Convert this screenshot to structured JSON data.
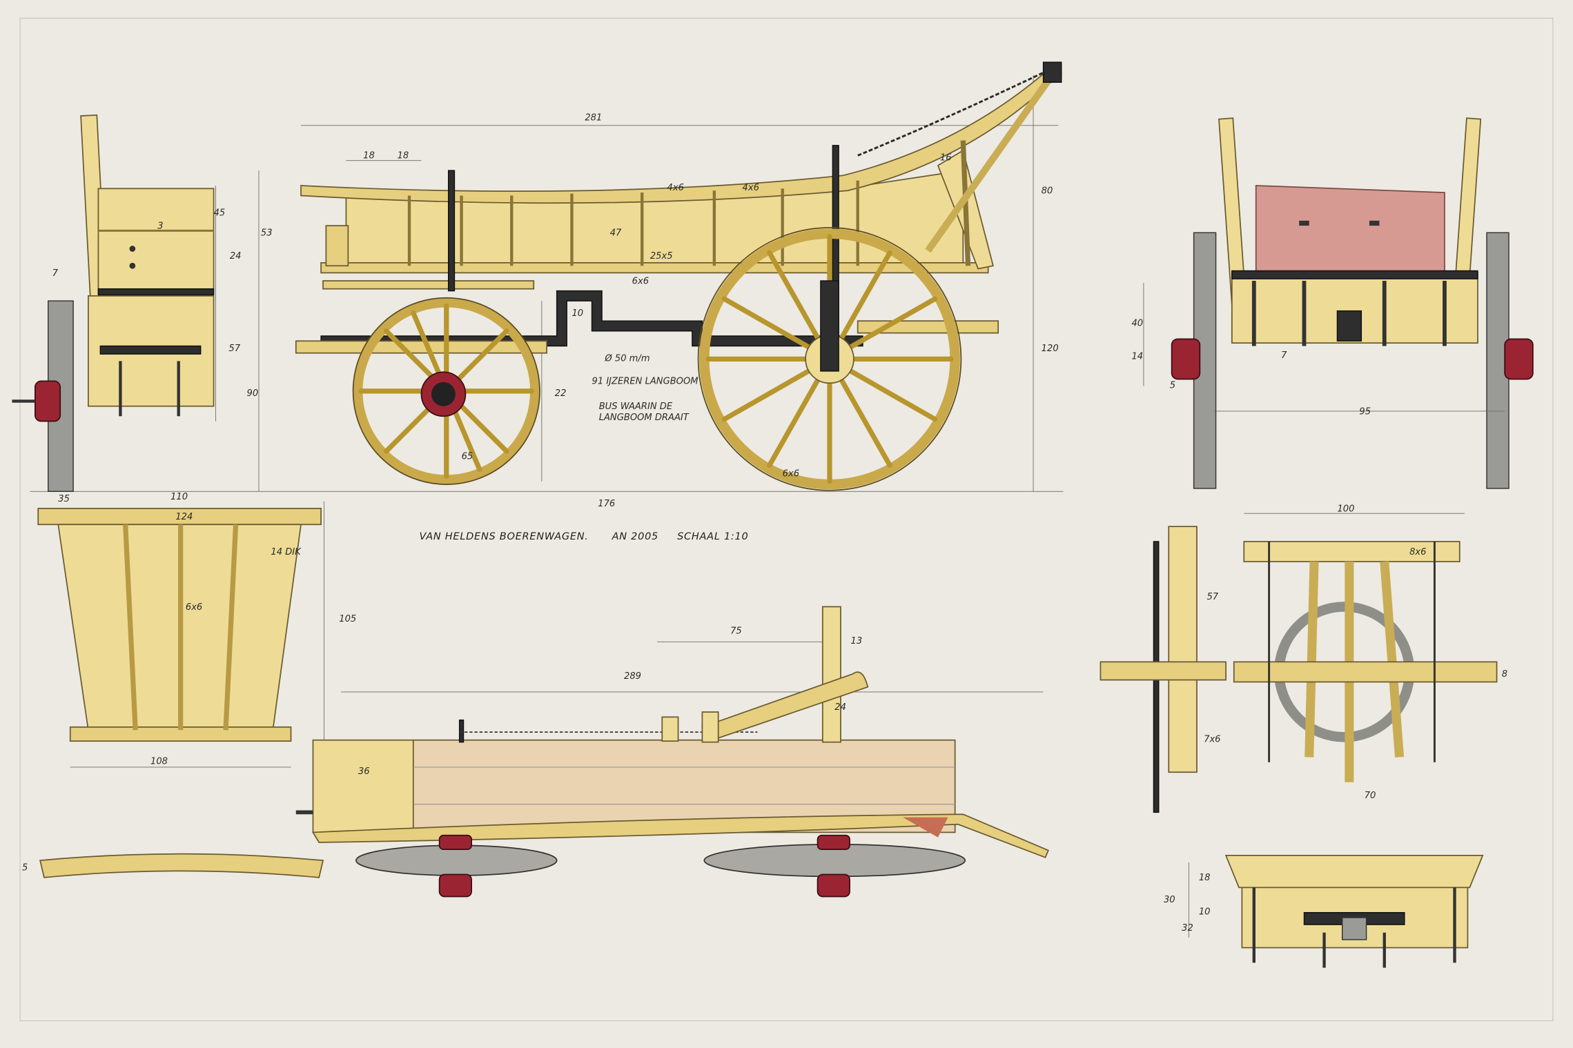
{
  "title": {
    "name": "VAN HELDENS BOERENWAGEN.",
    "year": "AN 2005",
    "scale": "SCHAAL 1:10"
  },
  "notes": {
    "diameter": "Ø 50 m/m",
    "langboom": "91 IJZEREN LANGBOOM",
    "bus_line1": "BUS WAARIN DE",
    "bus_line2": "LANGBOOM DRAAIT"
  },
  "dimensions": {
    "side_length": "281",
    "side_18a": "18",
    "side_18b": "18",
    "side_47": "47",
    "side_25x5": "25x5",
    "side_6x6": "6x6",
    "side_4x6a": "4x6",
    "side_4x6b": "4x6",
    "side_16": "16",
    "side_80": "80",
    "side_120": "120",
    "side_10": "10",
    "side_22": "22",
    "side_176": "176",
    "side_6x6b": "6x6",
    "side_65": "65",
    "front_53": "53",
    "front_45": "45",
    "front_24": "24",
    "front_3": "3",
    "front_57": "57",
    "front_90": "90",
    "front_7": "7",
    "front_35": "35",
    "floor_110": "110",
    "floor_124": "124",
    "floor_14dik": "14 DIK",
    "floor_6x6": "6x6",
    "floor_105": "105",
    "floor_108": "108",
    "floor_5": "5",
    "plan_289": "289",
    "plan_75": "75",
    "plan_13": "13",
    "plan_36": "36",
    "plan_24": "24",
    "rear_40": "40",
    "rear_14": "14",
    "rear_5": "5",
    "rear_95": "95",
    "rear_7": "7",
    "det_100": "100",
    "det_8x6": "8x6",
    "det_57": "57",
    "det_8": "8",
    "det_70": "70",
    "det_7x6": "7x6",
    "det_18": "18",
    "det_10": "10",
    "det_30": "30",
    "det_32": "32"
  },
  "colors": {
    "paper": "#eceae2",
    "wood": "#eedc96",
    "hub": "#9b2433",
    "panel": "#d79a92",
    "iron": "#2e2e2e"
  }
}
